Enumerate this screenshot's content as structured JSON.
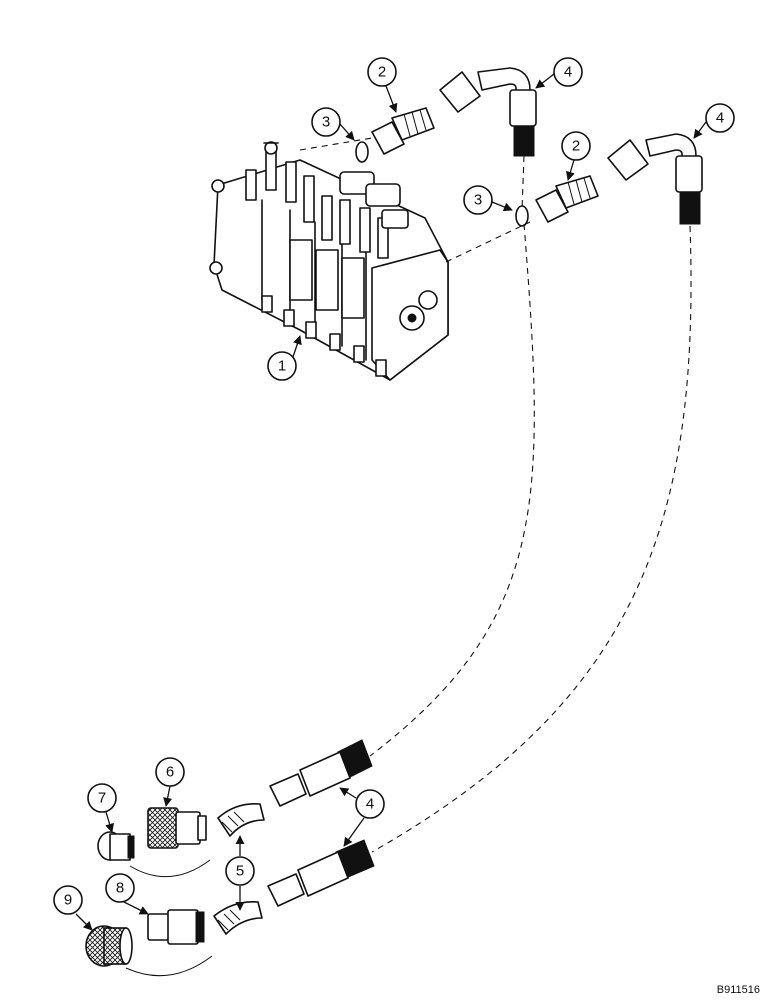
{
  "callouts": [
    {
      "id": "c1",
      "label": "1"
    },
    {
      "id": "c2a",
      "label": "2"
    },
    {
      "id": "c2b",
      "label": "2"
    },
    {
      "id": "c3a",
      "label": "3"
    },
    {
      "id": "c3b",
      "label": "3"
    },
    {
      "id": "c4a",
      "label": "4"
    },
    {
      "id": "c4b",
      "label": "4"
    },
    {
      "id": "c4c",
      "label": "4"
    },
    {
      "id": "c5",
      "label": "5"
    },
    {
      "id": "c6",
      "label": "6"
    },
    {
      "id": "c7",
      "label": "7"
    },
    {
      "id": "c8",
      "label": "8"
    },
    {
      "id": "c9",
      "label": "9"
    }
  ],
  "drawing_code": "B911516"
}
